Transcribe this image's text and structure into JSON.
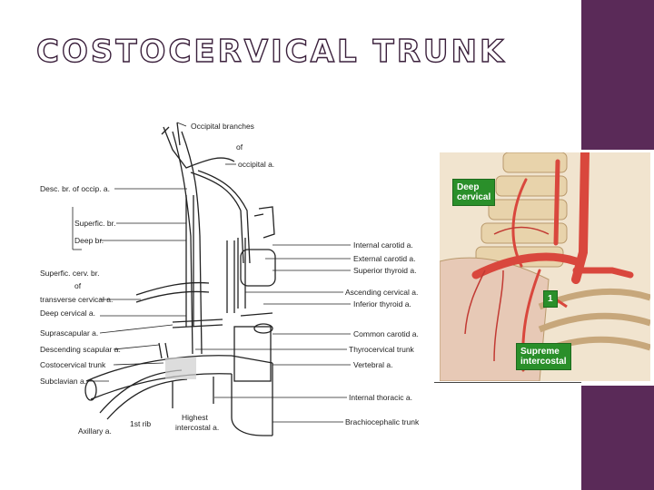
{
  "title": "COSTOCERVICAL TRUNK",
  "left_diagram": {
    "labels_left": [
      "Desc. br. of occip. a.",
      "Superfic. br.",
      "Deep br.",
      "Superfic. cerv. br.",
      "of",
      "transverse cervical a.",
      "Deep cervical a.",
      "Suprascapular a.",
      "Descending scapular a.",
      "Costocervical trunk",
      "Subclavian a.",
      "Axillary a."
    ],
    "labels_top": [
      "Occipital branches",
      "of",
      "occipital a."
    ],
    "labels_right": [
      "Internal carotid a.",
      "External carotid a.",
      "Superior thyroid a.",
      "Ascending cervical a.",
      "Inferior thyroid a.",
      "Common carotid a.",
      "Thyrocervical trunk",
      "Vertebral a.",
      "Internal thoracic a.",
      "Brachiocephalic trunk"
    ],
    "labels_bottom": [
      "1st rib",
      "Highest",
      "intercostal a."
    ]
  },
  "right_photo": {
    "label_deep": "Deep\ncervical",
    "label_number": "1",
    "label_supreme": "Supreme\nintercostal",
    "colors": {
      "pill": "#2a8f2a",
      "artery": "#d9473d",
      "bone": "#e9d6b3"
    }
  },
  "sidebar_color": "#5a2a58"
}
